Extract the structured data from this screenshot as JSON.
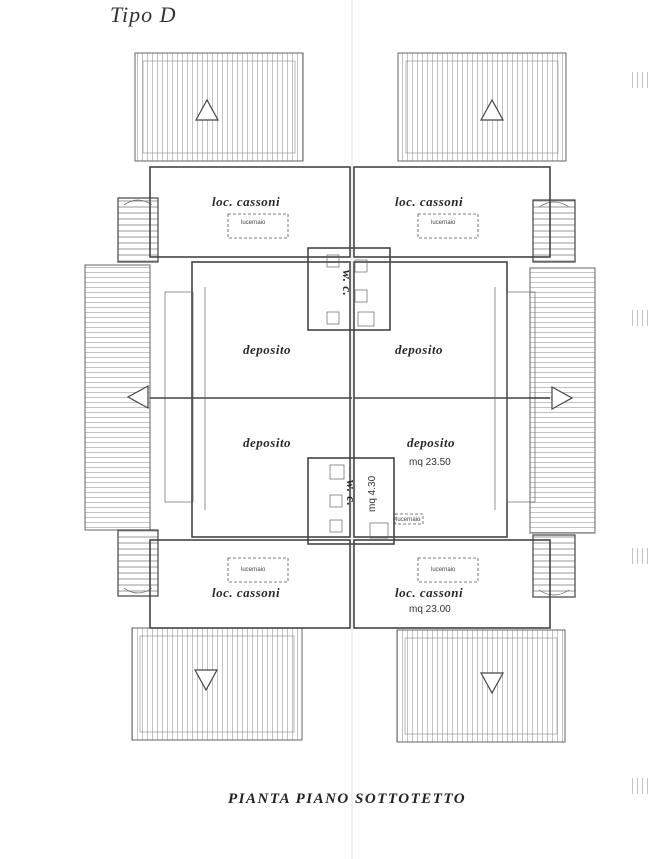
{
  "header": {
    "title": "Tipo D"
  },
  "labels": {
    "loc_cassoni": "loc. cassoni",
    "deposito": "deposito",
    "wc": "w. c.",
    "lucernaio": "lucernaio"
  },
  "areas": {
    "deposito": "mq  23.50",
    "loc_cassoni": "mq  23.00",
    "wc": "mq  4.30"
  },
  "footer": {
    "caption": "PIANTA  PIANO  SOTTOTETTO"
  },
  "colors": {
    "ink": "#444444",
    "hatch": "#9a9a9a",
    "paper": "#ffffff"
  }
}
